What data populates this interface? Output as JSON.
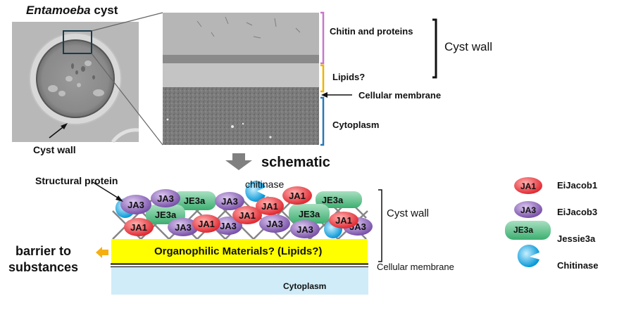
{
  "top": {
    "title_italic": "Entamoeba",
    "title_rest": " cyst",
    "cyst_wall_label": "Cyst wall",
    "em_labels": {
      "chitin": "Chitin and proteins",
      "lipids": "Lipids?",
      "membrane": "Cellular membrane",
      "cytoplasm": "Cytoplasm",
      "cyst_wall": "Cyst wall"
    },
    "bracket_colors": {
      "chitin": "#c878c8",
      "lipids": "#f0b400",
      "cytoplasm": "#2878b4"
    }
  },
  "arrow_label": "schematic",
  "schematic": {
    "structural_protein_label": "Structural protein",
    "chitinase_label": "chitinase",
    "cyst_wall_label": "Cyst wall",
    "membrane_label": "Cellular membrane",
    "lipid_layer_label": "Organophilic Materials? (Lipids?)",
    "cytoplasm_label": "Cytoplasm",
    "barrier_label_line1": "barrier to",
    "barrier_label_line2": "substances",
    "proteins": {
      "ja1": "JA1",
      "ja3": "JA3",
      "je3a": "JE3a"
    }
  },
  "legend": {
    "items": [
      {
        "tag": "JA1",
        "name": "EiJacob1",
        "color": "#e84850"
      },
      {
        "tag": "JA3",
        "name": "EiJacob3",
        "color": "#9068b8"
      },
      {
        "tag": "JE3a",
        "name": "Jessie3a",
        "color": "#58c088"
      },
      {
        "tag": "",
        "name": "Chitinase",
        "color": "#18a8e0"
      }
    ]
  },
  "colors": {
    "lipid_layer": "#ffff00",
    "cytoplasm": "#cfecf8",
    "arrow_orange": "#f5b010",
    "arrow_gray": "#808080"
  }
}
